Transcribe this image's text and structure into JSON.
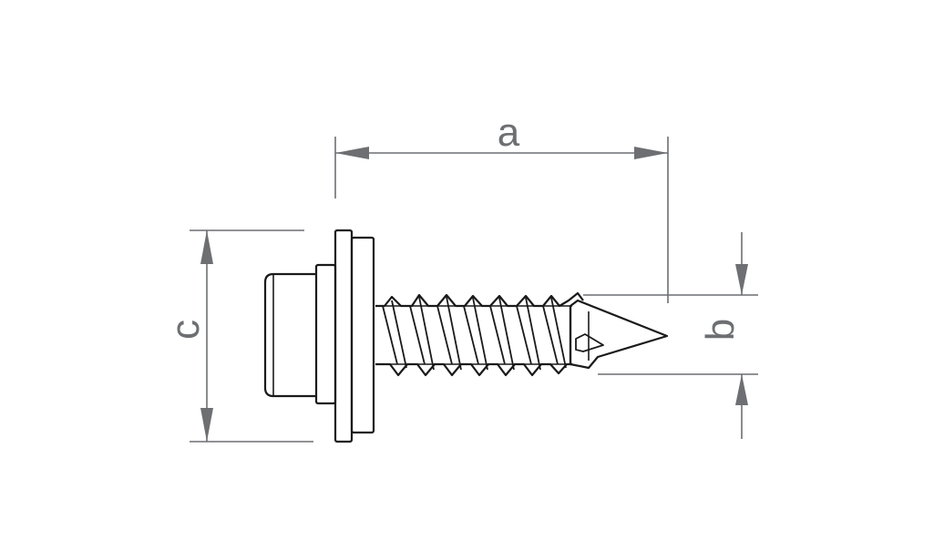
{
  "diagram": {
    "dimensions": {
      "a": "a",
      "b": "b",
      "c": "c"
    },
    "colors": {
      "outline": "#1a1a1a",
      "dimension": "#6d6f72",
      "background": "#ffffff"
    }
  }
}
